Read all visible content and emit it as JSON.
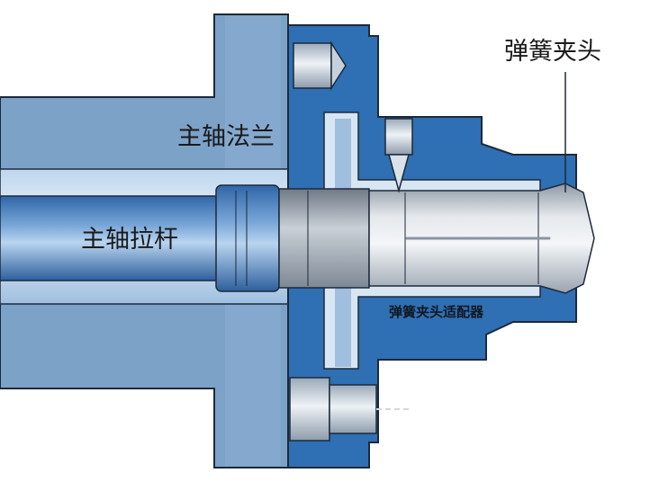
{
  "labels": {
    "collet": "弹簧夹头",
    "spindle_flange": "主轴法兰",
    "drawbar": "主轴拉杆",
    "collet_adapter": "弹簧夹头适配器"
  },
  "colors": {
    "flange_light": "#7da2c8",
    "flange_dark": "#3f74ad",
    "adapter": "#2f6fb3",
    "steel_light": "#e4e8ec",
    "steel_mid": "#c3cad2",
    "steel_dark": "#8e98a4",
    "outline": "#1c2a3a"
  }
}
